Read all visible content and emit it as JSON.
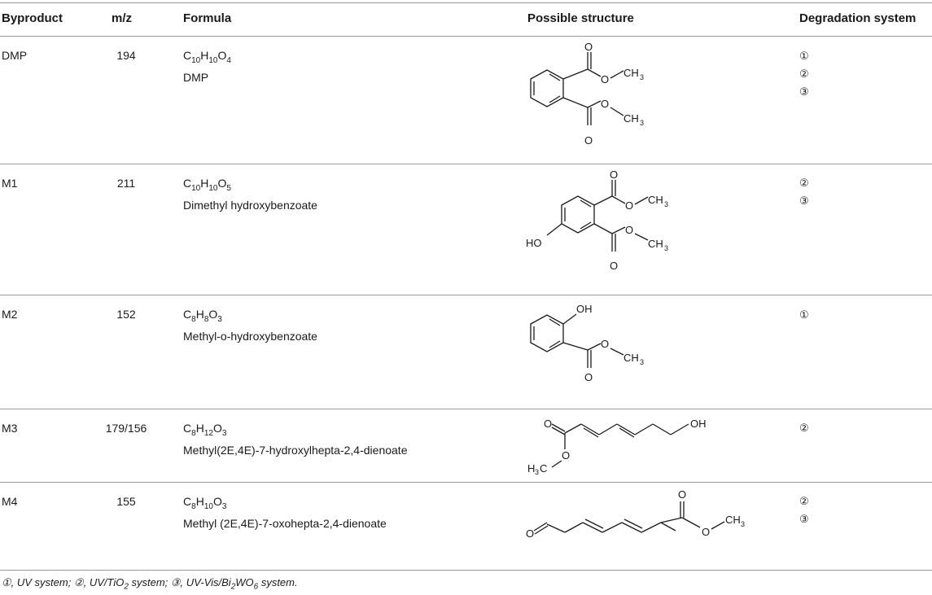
{
  "headers": {
    "byproduct": "Byproduct",
    "mz": "m/z",
    "formula": "Formula",
    "structure": "Possible structure",
    "degradation": "Degradation system"
  },
  "rows": [
    {
      "byproduct": "DMP",
      "mz": "194",
      "formula_main": "C",
      "f1": "10",
      "f2": "H",
      "f3": "10",
      "f4": "O",
      "f5": "4",
      "formula_name": "DMP",
      "degradation": [
        "①",
        "②",
        "③"
      ]
    },
    {
      "byproduct": "M1",
      "mz": "211",
      "formula_main": "C",
      "f1": "10",
      "f2": "H",
      "f3": "10",
      "f4": "O",
      "f5": "5",
      "formula_name": "Dimethyl hydroxybenzoate",
      "degradation": [
        "②",
        "③"
      ]
    },
    {
      "byproduct": "M2",
      "mz": "152",
      "formula_main": "C",
      "f1": "8",
      "f2": "H",
      "f3": "8",
      "f4": "O",
      "f5": "3",
      "formula_name": "Methyl-o-hydroxybenzoate",
      "degradation": [
        "①"
      ]
    },
    {
      "byproduct": "M3",
      "mz": "179/156",
      "formula_main": "C",
      "f1": "8",
      "f2": "H",
      "f3": "12",
      "f4": "O",
      "f5": "3",
      "formula_name": "Methyl(2E,4E)-7-hydroxylhepta-2,4-dienoate",
      "degradation": [
        "②"
      ]
    },
    {
      "byproduct": "M4",
      "mz": "155",
      "formula_main": "C",
      "f1": "8",
      "f2": "H",
      "f3": "10",
      "f4": "O",
      "f5": "3",
      "formula_name": "Methyl (2E,4E)-7-oxohepta-2,4-dienoate",
      "degradation": [
        "②",
        "③"
      ]
    }
  ],
  "structure_labels": {
    "O": "O",
    "CH": "CH",
    "three": "3",
    "HO": "HO",
    "OH": "OH",
    "H": "H",
    "C": "C"
  },
  "footnote": {
    "a": "①, UV system; ②, UV/TiO",
    "a_sub": "2",
    "b": " system; ③, UV-Vis/Bi",
    "b_sub": "2",
    "c": "WO",
    "c_sub": "6",
    "d": " system."
  }
}
